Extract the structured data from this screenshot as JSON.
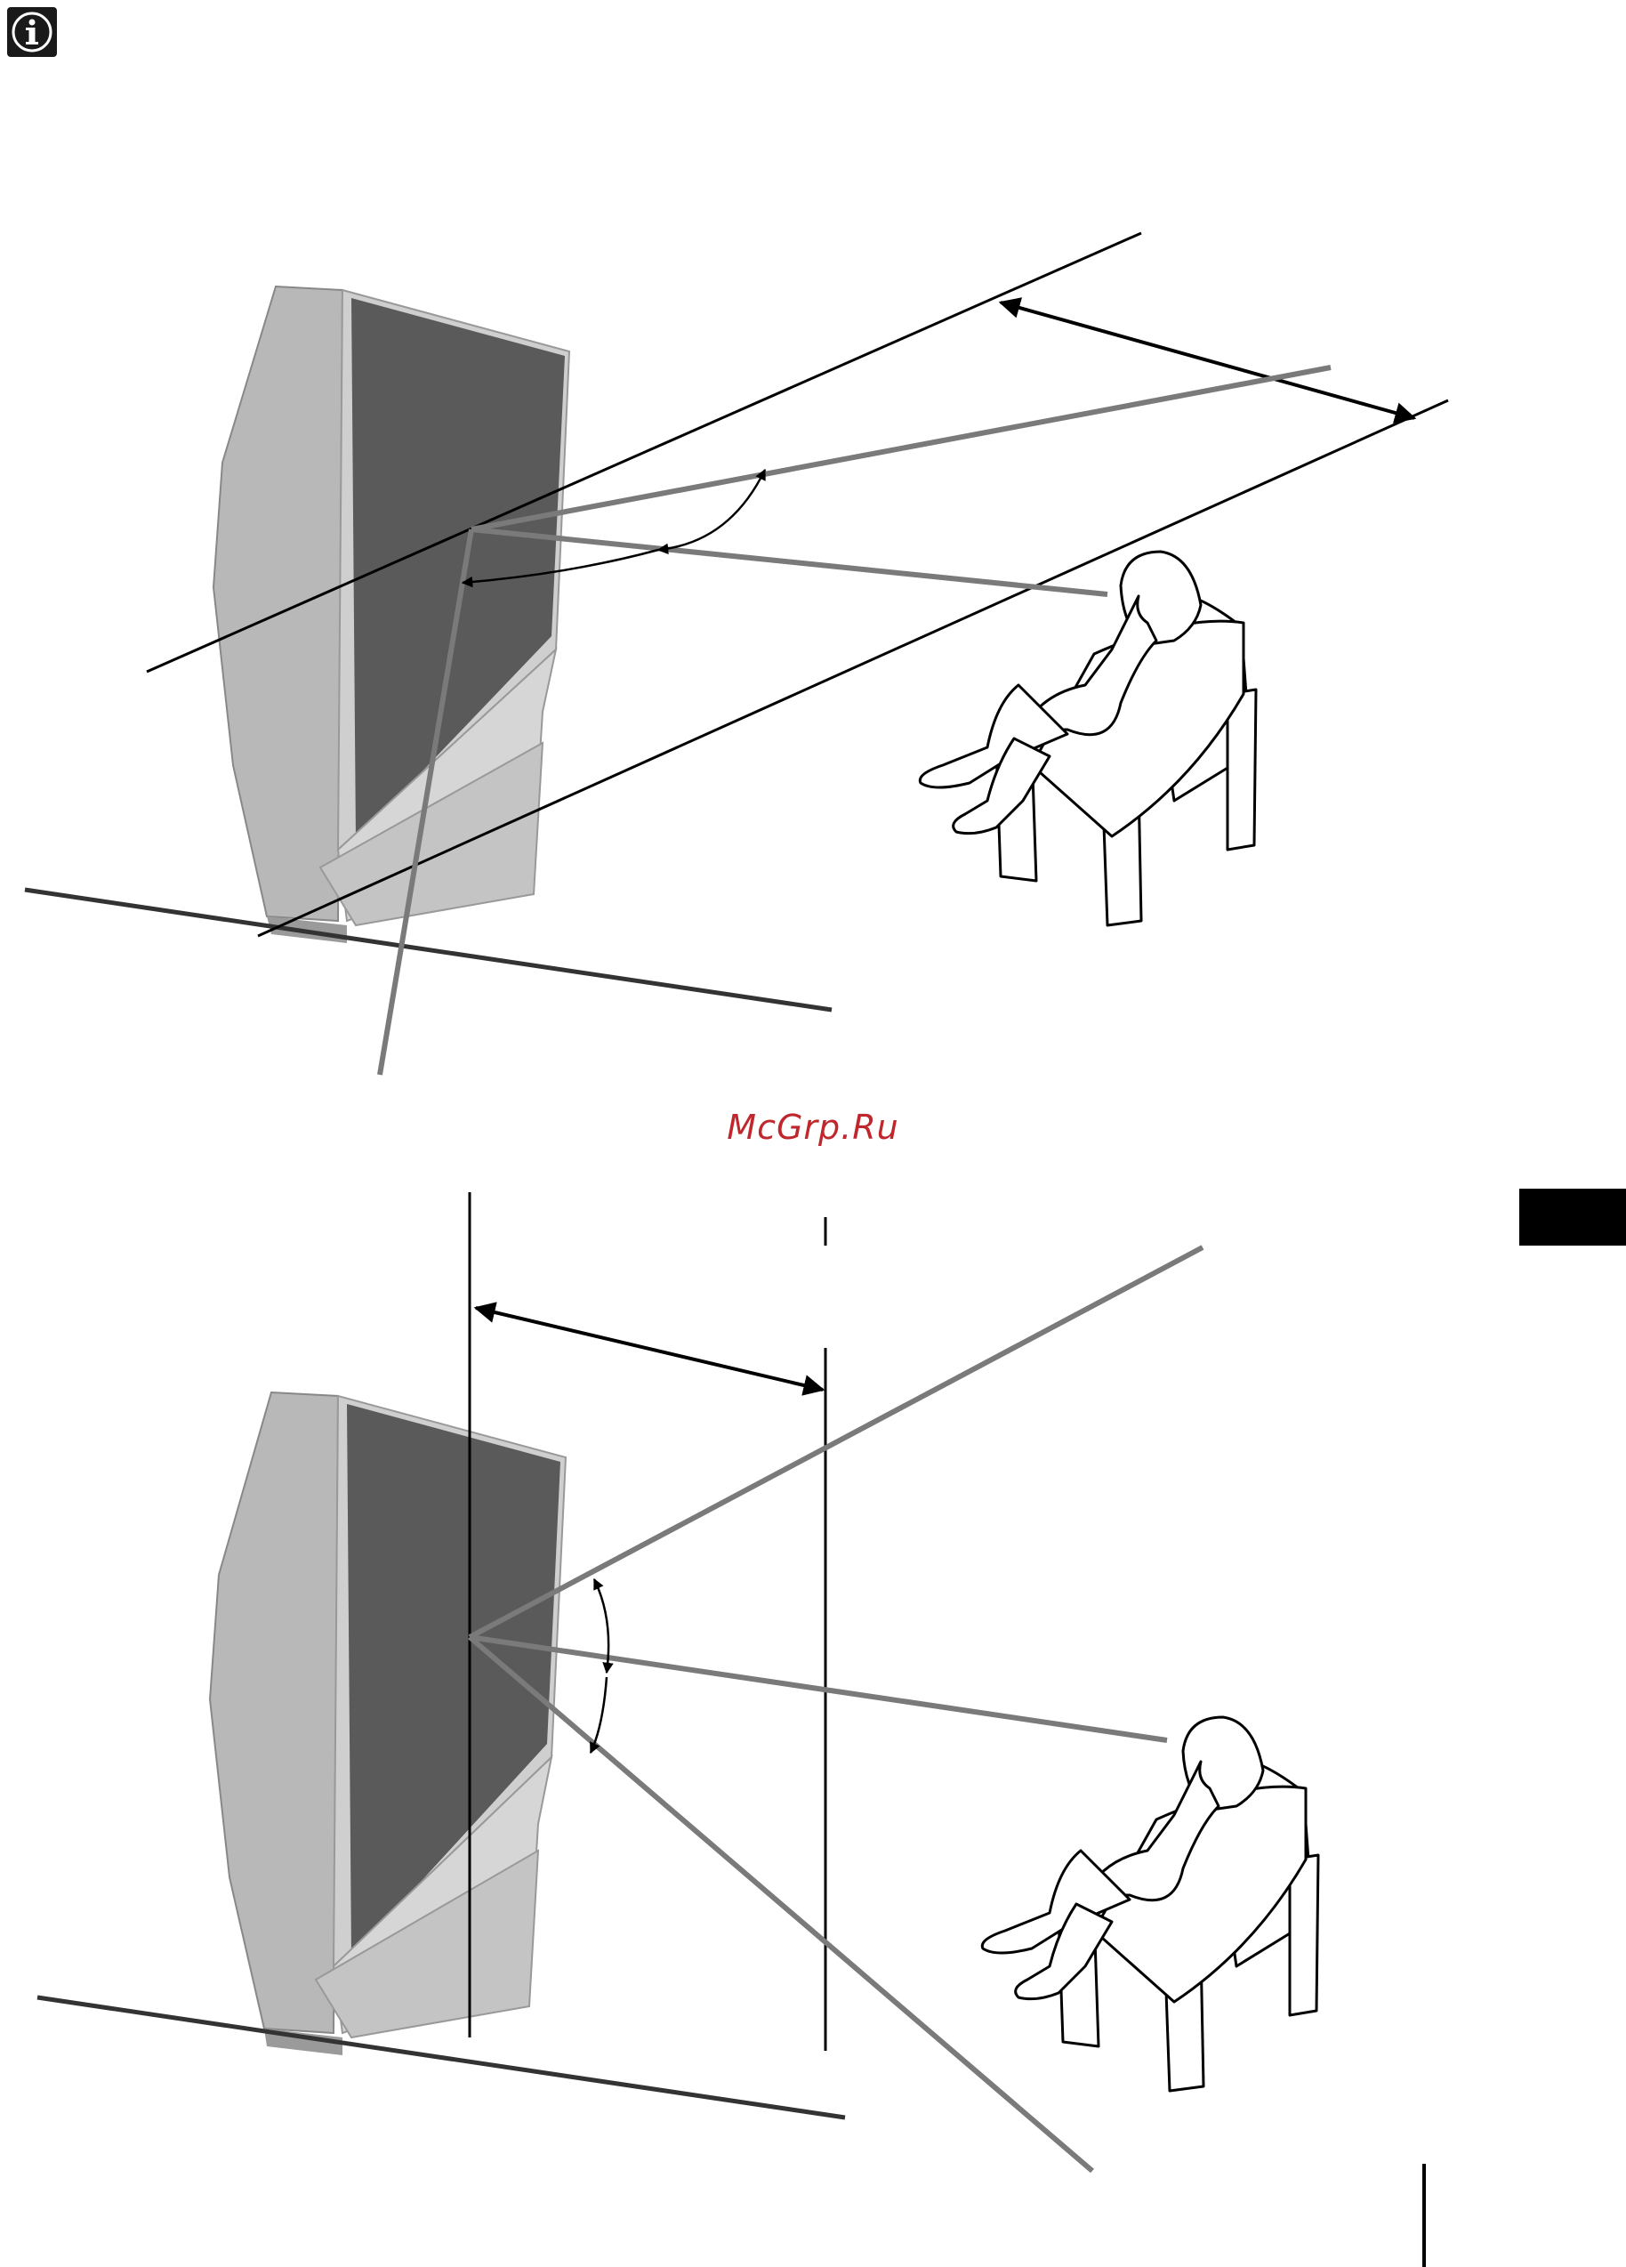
{
  "page": {
    "watermark_text": "McGrp.Ru",
    "watermark_color": "#c0272d",
    "info_icon": "info-icon"
  },
  "colors": {
    "line_black": "#000000",
    "line_gray": "#7a7a7a",
    "floor_line": "#333333",
    "tv_body": "#c9c9c9",
    "tv_screen": "#555555",
    "tv_shadow": "#9a9a9a"
  },
  "figures": [
    {
      "name": "vertical-viewing-angle-figure",
      "icons": [
        "tv-side-icon",
        "seated-viewer-icon"
      ]
    },
    {
      "name": "horizontal-viewing-angle-figure",
      "icons": [
        "tv-side-icon",
        "seated-viewer-icon"
      ]
    }
  ]
}
